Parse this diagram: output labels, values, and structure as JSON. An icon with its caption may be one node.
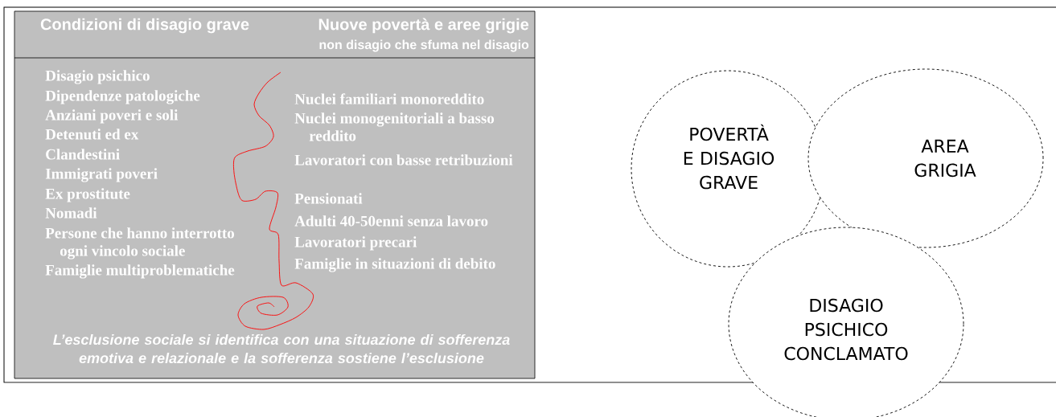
{
  "diagram": {
    "nodes": [
      {
        "text": [
          "Condizioni di disagio grave",
          "Nuove povertà e aree grigie",
          "non disagio che sfuma nel disagio",
          "Disagio psichico",
          "Dipendenze patologiche",
          "Anziani poveri e soli",
          "Detenuti ed ex",
          "Clandestini",
          "Immigrati poveri",
          "Ex prostitute",
          "Nomadi",
          "Persone che hanno interrotto ogni vincolo sociale",
          "Famiglie multiproblematiche",
          "Nuclei familiari monoreddito",
          "Nuclei monogenitoriali a basso reddito",
          "Lavoratori con basse retribuzioni",
          "Pensionati",
          "Adulti 40-50enni senza lavoro",
          "Lavoratori precari",
          "Famiglie in situazioni di debito",
          "L’esclusione sociale si identifica con una situazione di sofferenza emotiva e relazionale e la sofferenza sostiene l’esclusione"
        ]
      },
      {
        "text": [
          "POVERTÀ E DISAGIO GRAVE"
        ]
      },
      {
        "text": [
          "AREA GRIGIA"
        ]
      },
      {
        "text": [
          "DISAGIO PSICHICO CONCLAMATO"
        ]
      }
    ]
  }
}
